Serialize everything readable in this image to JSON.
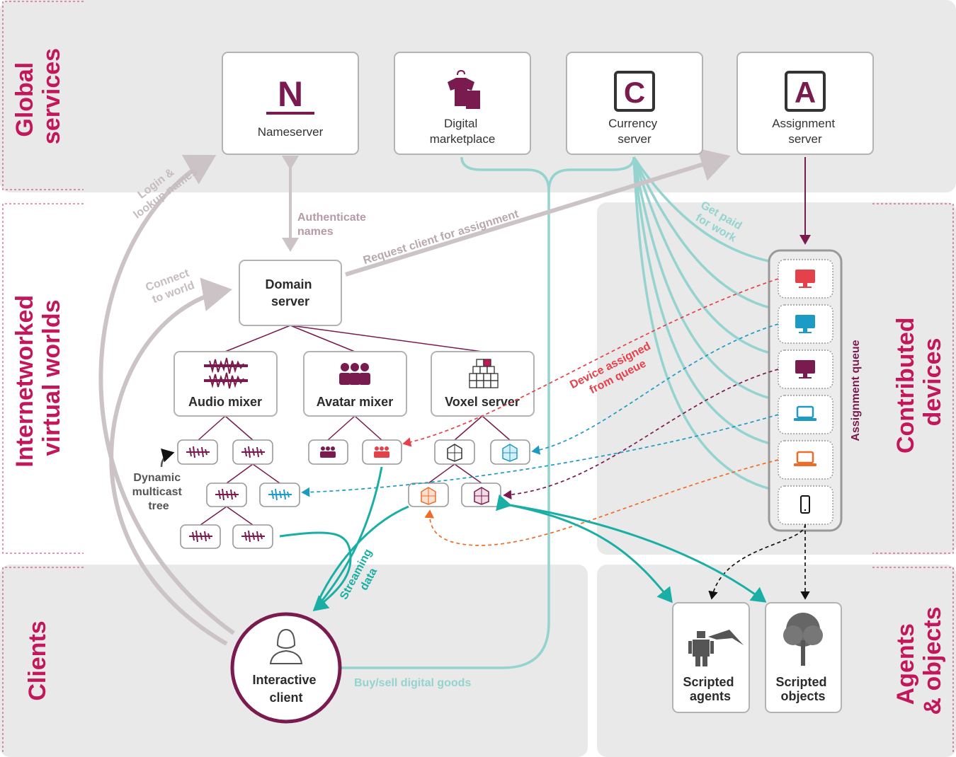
{
  "sections": {
    "global_services": [
      "Global",
      "services"
    ],
    "virtual_worlds": [
      "Internetworked",
      "virtual worlds"
    ],
    "contributed_devices": [
      "Contributed",
      "devices"
    ],
    "clients": "Clients",
    "agents_objects": [
      "Agents",
      "& objects"
    ]
  },
  "global": {
    "nameserver": {
      "icon_letter": "N",
      "label": "Nameserver"
    },
    "marketplace": {
      "label": [
        "Digital",
        "marketplace"
      ],
      "icon": "shirt-hanger-icon"
    },
    "currency": {
      "icon_letter": "C",
      "label": [
        "Currency",
        "server"
      ]
    },
    "assignment": {
      "icon_letter": "A",
      "label": [
        "Assignment",
        "server"
      ]
    }
  },
  "domain": {
    "server": [
      "Domain",
      "server"
    ],
    "audio_mixer": "Audio mixer",
    "avatar_mixer": "Avatar mixer",
    "voxel_server": "Voxel server"
  },
  "annotations": {
    "login": [
      "Login &",
      "lookup names"
    ],
    "authenticate": [
      "Authenticate",
      "names"
    ],
    "request": "Request client for assignment",
    "connect": [
      "Connect",
      "to world"
    ],
    "get_paid": [
      "Get paid",
      "for work"
    ],
    "device_assigned": [
      "Device assigned",
      "from queue"
    ],
    "dynamic_tree": [
      "Dynamic",
      "multicast",
      "tree"
    ],
    "streaming": [
      "Streaming",
      "data"
    ],
    "buy_sell": "Buy/sell digital goods",
    "queue": "Assignment queue"
  },
  "client": {
    "label": [
      "Interactive",
      "client"
    ]
  },
  "agents": {
    "scripted_agents": [
      "Scripted",
      "agents"
    ],
    "scripted_objects": [
      "Scripted",
      "objects"
    ]
  },
  "devices": [
    "red-desktop",
    "blue-desktop",
    "purple-desktop",
    "blue-laptop",
    "orange-laptop",
    "phone"
  ],
  "colors": {
    "section": "#c2185b",
    "purple": "#7a1b4f",
    "teal": "#1aaea5",
    "teal_light": "#95d3d0",
    "gray_arrow": "#cbc3c6",
    "red": "#e5414b",
    "blue": "#1e9bc4",
    "orange": "#ec6d2a",
    "panel": "#e9e9e9"
  }
}
